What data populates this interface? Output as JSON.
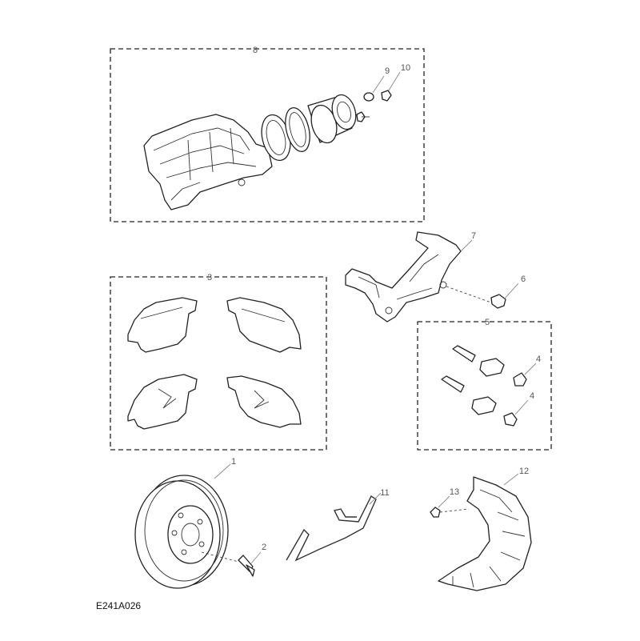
{
  "callouts": {
    "c1": "1",
    "c2": "2",
    "c3": "3",
    "c4a": "4",
    "c4b": "4",
    "c5": "5",
    "c6": "6",
    "c7": "7",
    "c8": "8",
    "c9": "9",
    "c10": "10",
    "c11": "11",
    "c12": "12",
    "c13": "13"
  },
  "figure_id": "E241A026"
}
